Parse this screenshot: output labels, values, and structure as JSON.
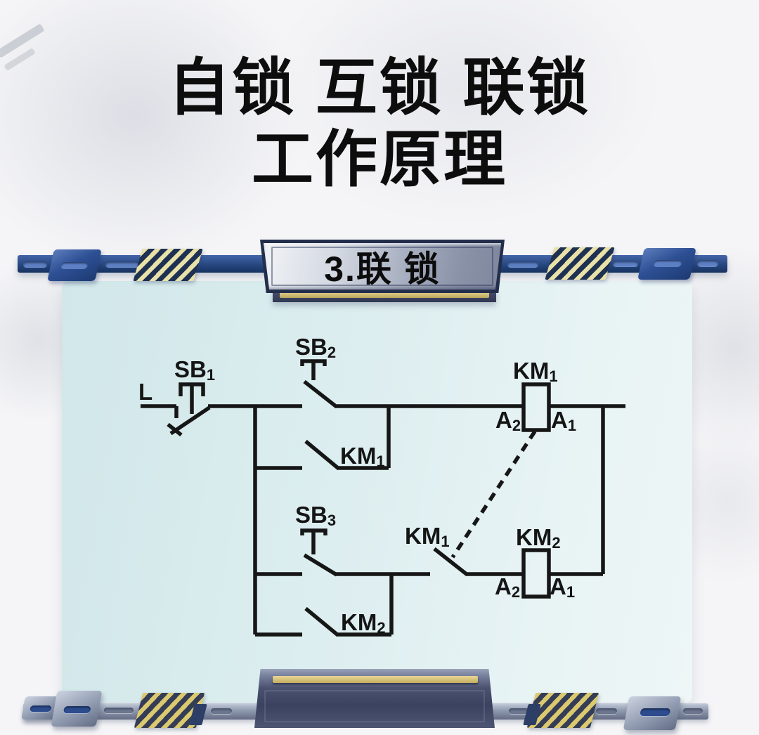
{
  "title": {
    "line1": "自锁  互锁 联锁",
    "line2": "工作原理"
  },
  "banner": {
    "label": "3.联 锁"
  },
  "circuit": {
    "power_label": "L",
    "sb1": {
      "base": "SB",
      "sub": "1"
    },
    "sb2": {
      "base": "SB",
      "sub": "2"
    },
    "sb3": {
      "base": "SB",
      "sub": "3"
    },
    "km1": {
      "base": "KM",
      "sub": "1"
    },
    "km2": {
      "base": "KM",
      "sub": "2"
    },
    "a1": {
      "base": "A",
      "sub": "1"
    },
    "a2": {
      "base": "A",
      "sub": "2"
    }
  },
  "colors": {
    "bar_navy": "#26477f",
    "hazard_yellow": "#e8e1a8",
    "gold_stripe": "#c9b774",
    "board_teal": "#dbedef",
    "wire_black": "#161616"
  }
}
